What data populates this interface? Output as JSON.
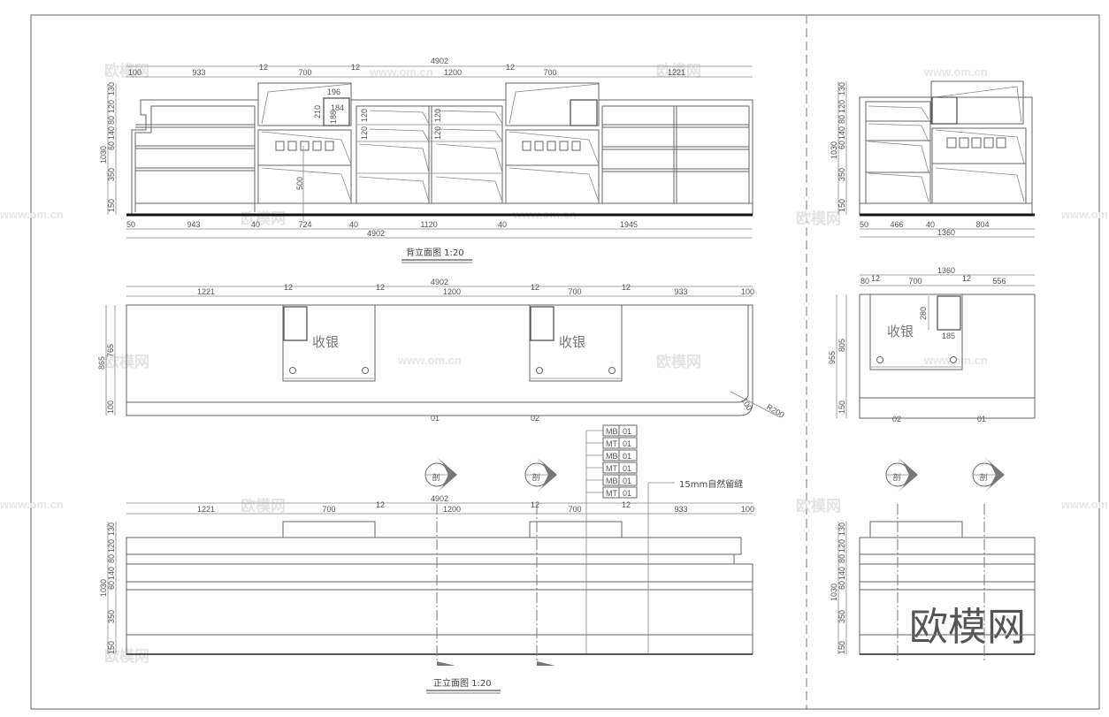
{
  "drawing": {
    "back_elevation": {
      "title": "背立面图 1:20",
      "top_total": "4902",
      "top_dims": [
        "100",
        "933",
        "12",
        "700",
        "12",
        "1200",
        "12",
        "700",
        "1221"
      ],
      "bottom_dims": [
        "50",
        "943",
        "40",
        "724",
        "40",
        "1120",
        "40",
        "1945"
      ],
      "bottom_total": "4902",
      "height_total": "1030",
      "height_dims": [
        "130",
        "120",
        "80",
        "140",
        "60",
        "350",
        "150"
      ],
      "inner_dims": [
        "196",
        "210",
        "184",
        "188",
        "120",
        "120",
        "120",
        "120",
        "500"
      ]
    },
    "plan": {
      "top_total": "4902",
      "top_dims": [
        "1221",
        "12",
        "12",
        "1200",
        "12",
        "700",
        "12",
        "933",
        "100"
      ],
      "height_total": "865",
      "height_dims": [
        "765",
        "100"
      ],
      "cashier_label": "收银",
      "zone_labels": [
        "01",
        "02"
      ],
      "radius_label": "R200",
      "corner_dim": "100"
    },
    "front_elevation": {
      "title": "正立面图 1:20",
      "top_total": "4902",
      "top_dims": [
        "1221",
        "700",
        "12",
        "1200",
        "12",
        "700",
        "12",
        "933",
        "100"
      ],
      "height_total": "1030",
      "height_dims": [
        "130",
        "120",
        "80",
        "140",
        "60",
        "350",
        "150"
      ],
      "material_tags": [
        {
          "code": "MB",
          "num": "01"
        },
        {
          "code": "MT",
          "num": "01"
        },
        {
          "code": "MB",
          "num": "01"
        },
        {
          "code": "MT",
          "num": "01"
        },
        {
          "code": "MB",
          "num": "01"
        },
        {
          "code": "MT",
          "num": "01"
        }
      ],
      "note": "15mm自然留缝",
      "section_marker_label": "剖"
    },
    "side_back_elevation": {
      "height_total": "1030",
      "height_dims": [
        "130",
        "120",
        "80",
        "140",
        "60",
        "350",
        "150"
      ],
      "bottom_dims": [
        "50",
        "466",
        "40",
        "804"
      ],
      "bottom_total": "1360"
    },
    "side_plan": {
      "top_total": "1360",
      "top_dims": [
        "80",
        "12",
        "700",
        "12",
        "556"
      ],
      "height_total": "955",
      "height_dims": [
        "805",
        "150"
      ],
      "inner_dims": [
        "280",
        "185"
      ],
      "cashier_label": "收银",
      "zone_labels": [
        "02",
        "01"
      ]
    },
    "side_front_elevation": {
      "height_total": "1030",
      "height_dims": [
        "130",
        "120",
        "80",
        "140",
        "60",
        "350",
        "150"
      ]
    },
    "watermarks": {
      "brand": "欧模网",
      "url": "www.om.cn"
    },
    "colors": {
      "line": "#666666",
      "base": "#111111",
      "watermark": "#e4e4e4"
    }
  }
}
